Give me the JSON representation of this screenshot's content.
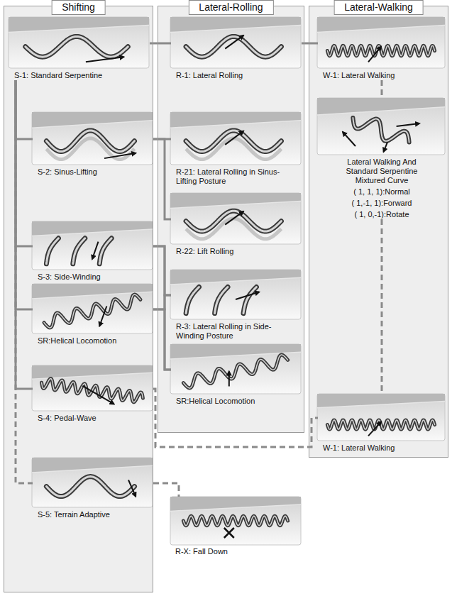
{
  "diagram": {
    "nodes": [
      {
        "text": [
          "Shifting"
        ]
      },
      {
        "text": [
          "S-1: Standard Serpentine"
        ],
        "in": 0
      },
      {
        "text": [
          "S-2: Sinus-Lifting"
        ],
        "in": 0
      },
      {
        "text": [
          "S-3: Side-Winding"
        ],
        "in": 0
      },
      {
        "text": [
          "SR:Helical Locomotion"
        ],
        "in": 0
      },
      {
        "text": [
          "S-4: Pedal-Wave"
        ],
        "in": 0
      },
      {
        "text": [
          "S-5: Terrain Adaptive"
        ],
        "in": 0
      },
      {
        "text": [
          "Lateral-Rolling"
        ]
      },
      {
        "text": [
          "R-1: Lateral Rolling"
        ],
        "in": 7
      },
      {
        "text": [
          "R-21: Lateral Rolling in Sinus-Lifting Posture"
        ],
        "in": 7
      },
      {
        "text": [
          "R-22: Lift Rolling"
        ],
        "in": 7
      },
      {
        "text": [
          "R-3: Lateral Rolling in Side-Winding Posture"
        ],
        "in": 7
      },
      {
        "text": [
          "SR:Helical Locomotion"
        ],
        "in": 7
      },
      {
        "text": [
          "Lateral-Walking"
        ]
      },
      {
        "text": [
          "W-1: Lateral Walking"
        ],
        "in": 13
      },
      {
        "text": [
          "Lateral Walking And Standard Serpentine Mixtured Curve",
          "( 1, 1, 1):Normal",
          "( 1,-1, 1):Forward",
          "( 1, 0,-1):Rotate"
        ],
        "in": 13
      },
      {
        "text": [
          "W-1: Lateral Walking"
        ],
        "in": 13
      },
      {
        "text": [
          "R-X: Fall Down"
        ]
      }
    ],
    "edges": [
      {
        "from": 1,
        "to": 8,
        "arrow": "none"
      },
      {
        "from": 8,
        "to": 14,
        "arrow": "none"
      },
      {
        "from": 1,
        "to": 2,
        "arrow": "none"
      },
      {
        "from": 1,
        "to": 3,
        "arrow": "none"
      },
      {
        "from": 1,
        "to": 4,
        "arrow": "none"
      },
      {
        "from": 1,
        "to": 5,
        "arrow": "none"
      },
      {
        "from": 1,
        "to": 6,
        "arrow": "none"
      },
      {
        "from": 2,
        "to": 9,
        "arrow": "none"
      },
      {
        "from": 2,
        "to": 10,
        "arrow": "none"
      },
      {
        "from": 3,
        "to": 11,
        "arrow": "none"
      },
      {
        "from": 3,
        "to": 12,
        "arrow": "none"
      },
      {
        "from": 4,
        "to": 11,
        "arrow": "none"
      },
      {
        "from": 4,
        "to": 12,
        "arrow": "none"
      },
      {
        "from": 5,
        "to": 16,
        "arrow": "none"
      },
      {
        "from": 6,
        "to": 17,
        "arrow": "none"
      },
      {
        "from": 14,
        "to": 15,
        "arrow": "none"
      },
      {
        "from": 15,
        "to": 16,
        "arrow": "none"
      }
    ]
  }
}
